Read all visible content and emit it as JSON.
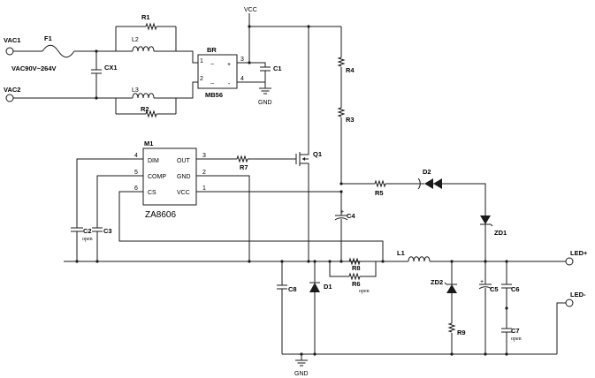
{
  "inputs": {
    "vac1": "VAC1",
    "vac2": "VAC2",
    "range": "VAC90V~264V"
  },
  "rails": {
    "vcc": "VCC",
    "gnd_top": "GND",
    "gnd_bottom": "GND"
  },
  "ic": {
    "ref": "M1",
    "part": "ZA8606",
    "pins": [
      {
        "num": "4",
        "name": "DIM"
      },
      {
        "num": "5",
        "name": "COMP"
      },
      {
        "num": "6",
        "name": "CS"
      },
      {
        "num": "3",
        "name": "OUT"
      },
      {
        "num": "2",
        "name": "GND"
      },
      {
        "num": "1",
        "name": "VCC"
      }
    ]
  },
  "bridge": {
    "ref": "BR",
    "part": "MB56",
    "pin1": "1",
    "pin2": "2",
    "pin3": "3",
    "pin4": "4",
    "ac1": "~",
    "ac2": "~",
    "plus": "+",
    "minus": "-"
  },
  "components": {
    "F1": "F1",
    "R1": "R1",
    "L2": "L2",
    "CX1": "CX1",
    "L3": "L3",
    "R2": "R2",
    "C1": "C1",
    "R4": "R4",
    "R3": "R3",
    "Q1": "Q1",
    "R7": "R7",
    "R5": "R5",
    "D2": "D2",
    "C4": "C4",
    "ZD1": "ZD1",
    "C2": "C2",
    "C3": "C3",
    "R8": "R8",
    "R6": "R6",
    "L1": "L1",
    "C8": "C8",
    "D1": "D1",
    "ZD2": "ZD2",
    "C5": "C5",
    "C6": "C6",
    "R9": "R9",
    "C7": "C7"
  },
  "notes": {
    "c2": "open",
    "r6": "open",
    "c7": "open",
    "plus_c4": "+",
    "plus_c5": "+"
  },
  "outputs": {
    "led_plus": "LED+",
    "led_minus": "LED-"
  }
}
